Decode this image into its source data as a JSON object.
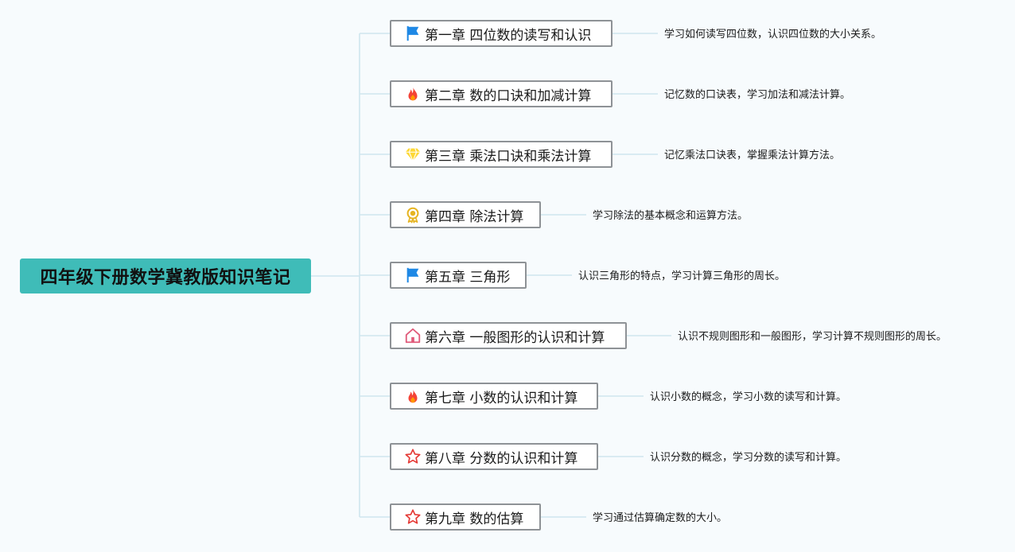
{
  "root": {
    "title": "四年级下册数学冀教版知识笔记"
  },
  "chapters": [
    {
      "label": "第一章 四位数的读写和认识",
      "icon": "flag-icon",
      "note": "学习如何读写四位数，认识四位数的大小关系。"
    },
    {
      "label": "第二章 数的口诀和加减计算",
      "icon": "fire-icon",
      "note": "记忆数的口诀表，学习加法和减法计算。"
    },
    {
      "label": "第三章 乘法口诀和乘法计算",
      "icon": "diamond-icon",
      "note": "记忆乘法口诀表，掌握乘法计算方法。"
    },
    {
      "label": "第四章 除法计算",
      "icon": "medal-icon",
      "note": "学习除法的基本概念和运算方法。"
    },
    {
      "label": "第五章 三角形",
      "icon": "flag-icon",
      "note": "认识三角形的特点，学习计算三角形的周长。"
    },
    {
      "label": "第六章 一般图形的认识和计算",
      "icon": "house-icon",
      "note": "认识不规则图形和一般图形，学习计算不规则图形的周长。"
    },
    {
      "label": "第七章 小数的认识和计算",
      "icon": "fire-icon",
      "note": "认识小数的概念，学习小数的读写和计算。"
    },
    {
      "label": "第八章 分数的认识和计算",
      "icon": "star-icon",
      "note": "认识分数的概念，学习分数的读写和计算。"
    },
    {
      "label": "第九章 数的估算",
      "icon": "star-icon",
      "note": "学习通过估算确定数的大小。"
    }
  ],
  "colors": {
    "root_bg": "#3fbcb8",
    "connector": "#cfe6ee",
    "flag": "#1e88e5",
    "fire": "#f44336",
    "diamond": "#fdd835",
    "medal": "#e6b422",
    "house": "#e05a7a",
    "star": "#e53935"
  }
}
